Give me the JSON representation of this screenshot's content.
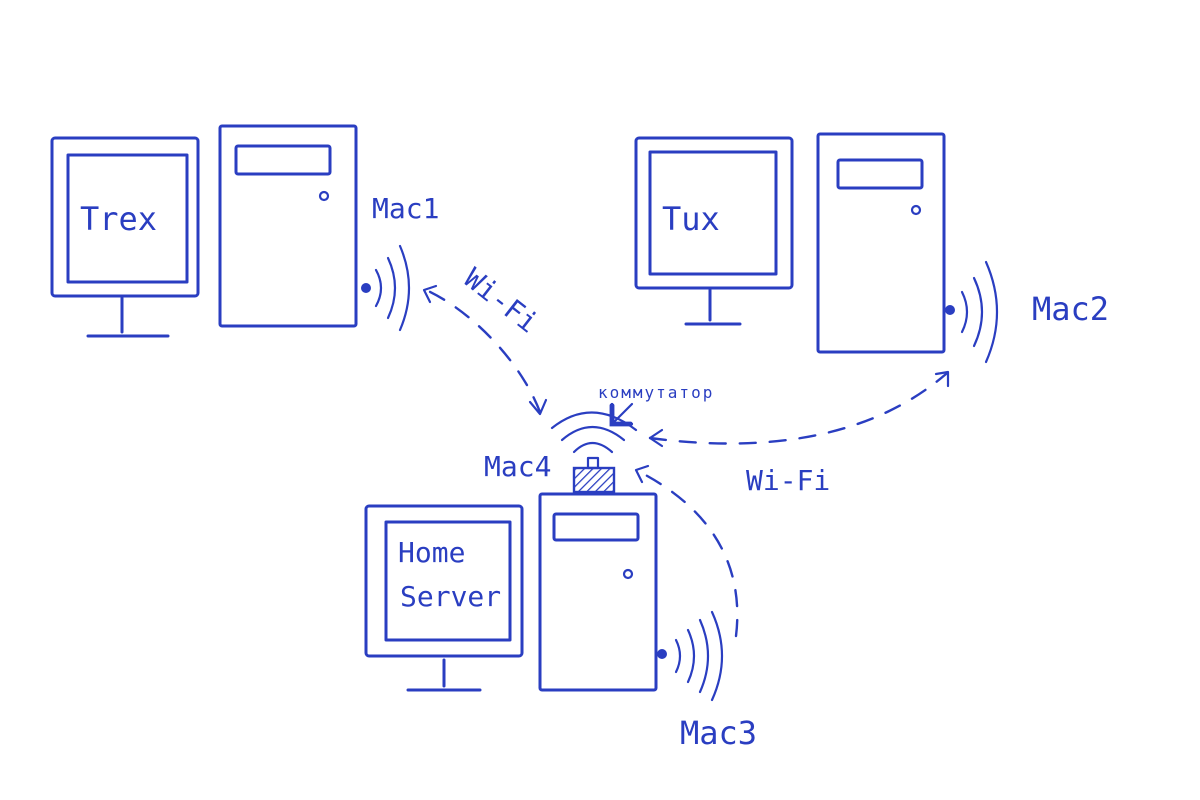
{
  "colors": {
    "ink": "#2a3ec1",
    "background": "#ffffff"
  },
  "nodes": {
    "trex": {
      "screen_label": "Trex",
      "mac_label": "Mac1"
    },
    "tux": {
      "screen_label": "Tux",
      "mac_label": "Mac2"
    },
    "home_server": {
      "screen_line1": "Home",
      "screen_line2": "Server",
      "mac_label": "Mac3"
    },
    "switch": {
      "label": "коммутатор",
      "mac_label": "Mac4"
    }
  },
  "links": {
    "trex_to_switch": "Wi-Fi",
    "tux_to_switch": "Wi-Fi"
  }
}
